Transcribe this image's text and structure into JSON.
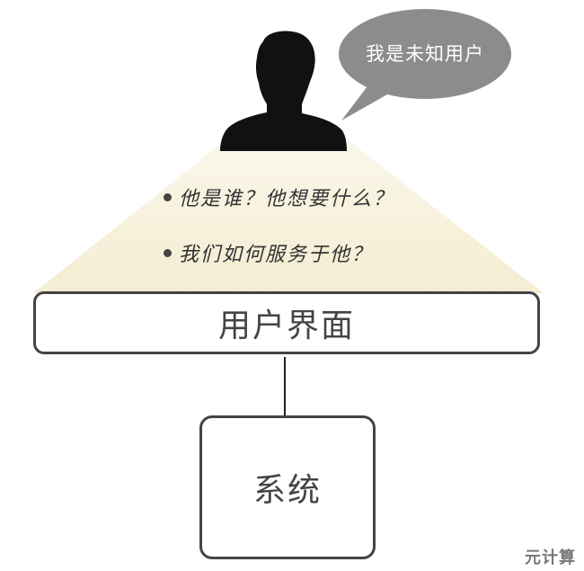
{
  "speech_bubble": {
    "text": "我是未知用户"
  },
  "questions": [
    "他是谁？他想要什么？",
    "我们如何服务于他？"
  ],
  "ui_box": {
    "label": "用户界面"
  },
  "system_box": {
    "label": "系统"
  },
  "watermark": {
    "text": "元计算"
  },
  "colors": {
    "light_cone": "#f7f1dc",
    "bubble": "#8c8c8c",
    "border": "#444444",
    "figure": "#111111"
  }
}
